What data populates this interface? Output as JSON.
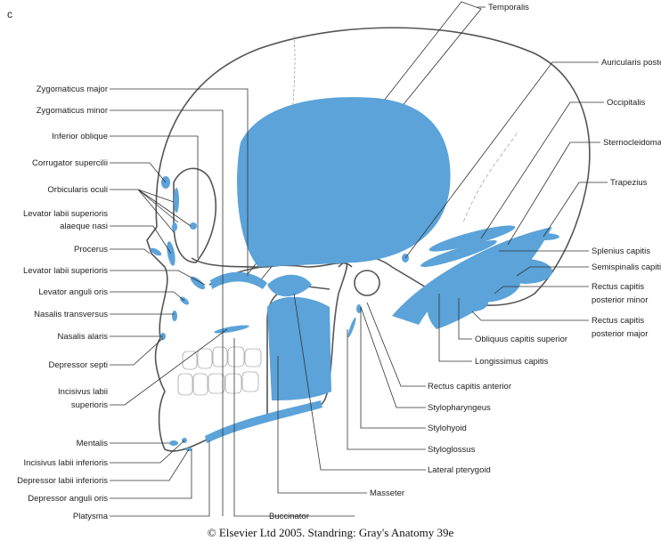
{
  "panel_letter": "c",
  "colors": {
    "muscle": "#5ba3d9",
    "bone_outline": "#555555"
  },
  "left_labels": [
    {
      "text": "Zygomaticus major"
    },
    {
      "text": "Zygomaticus minor"
    },
    {
      "text": "Inferior oblique"
    },
    {
      "text": "Corrugator supercilii"
    },
    {
      "text": "Orbicularis oculi"
    },
    {
      "text": "Levator labii superioris",
      "text2": "alaeque nasi"
    },
    {
      "text": "Procerus"
    },
    {
      "text": "Levator labii superioris"
    },
    {
      "text": "Levator anguli oris"
    },
    {
      "text": "Nasalis transversus"
    },
    {
      "text": "Nasalis alaris"
    },
    {
      "text": "Depressor septi"
    },
    {
      "text": "Incisivus labii",
      "text2": "superioris"
    },
    {
      "text": "Mentalis"
    },
    {
      "text": "Incisivus labii inferioris"
    },
    {
      "text": "Depressor labii inferioris"
    },
    {
      "text": "Depressor anguli oris"
    },
    {
      "text": "Platysma"
    }
  ],
  "right_labels": [
    {
      "text": "Temporalis"
    },
    {
      "text": "Auricularis posterior"
    },
    {
      "text": "Occipitalis"
    },
    {
      "text": "Sternocleidomastoid"
    },
    {
      "text": "Trapezius"
    },
    {
      "text": "Splenius capitis"
    },
    {
      "text": "Semispinalis capitis"
    },
    {
      "text": "Rectus capitis",
      "text2": "posterior minor"
    },
    {
      "text": "Rectus capitis",
      "text2": "posterior major"
    },
    {
      "text": "Obliquus capitis superior"
    },
    {
      "text": "Longissimus capitis"
    },
    {
      "text": "Rectus capitis anterior"
    },
    {
      "text": "Stylopharyngeus"
    },
    {
      "text": "Stylohyoid"
    },
    {
      "text": "Styloglossus"
    },
    {
      "text": "Lateral pterygoid"
    },
    {
      "text": "Masseter"
    },
    {
      "text": "Buccinator"
    }
  ],
  "caption": "© Elsevier Ltd 2005. Standring: Gray's Anatomy 39e"
}
